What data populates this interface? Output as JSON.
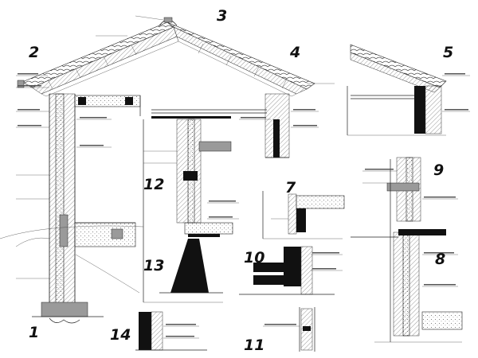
{
  "sheet": {
    "details": [
      {
        "id": "d1",
        "label": "1"
      },
      {
        "id": "d2",
        "label": "2"
      },
      {
        "id": "d3",
        "label": "3"
      },
      {
        "id": "d4",
        "label": "4"
      },
      {
        "id": "d5",
        "label": "5"
      },
      {
        "id": "d7",
        "label": "7"
      },
      {
        "id": "d8",
        "label": "8"
      },
      {
        "id": "d9",
        "label": "9"
      },
      {
        "id": "d10",
        "label": "10"
      },
      {
        "id": "d11",
        "label": "11"
      },
      {
        "id": "d12",
        "label": "12"
      },
      {
        "id": "d13",
        "label": "13"
      },
      {
        "id": "d14",
        "label": "14"
      }
    ],
    "colors": {
      "line": "#222222",
      "solid": "#111111",
      "paper": "#ffffff"
    }
  }
}
